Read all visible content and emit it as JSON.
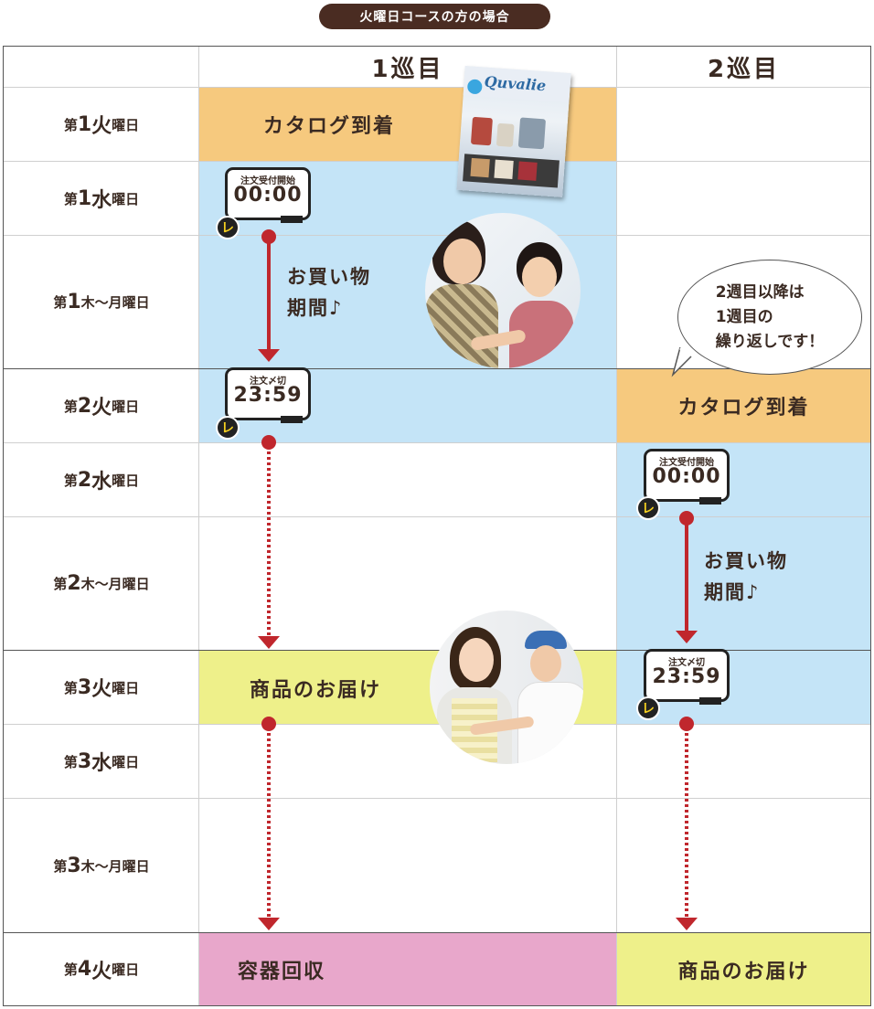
{
  "badge": "火曜日コースの方の場合",
  "columns": [
    "1巡目",
    "2巡目"
  ],
  "rows": [
    {
      "prefix": "第",
      "num": "1",
      "day": "火",
      "suffix": "曜日"
    },
    {
      "prefix": "第",
      "num": "1",
      "day": "水",
      "suffix": "曜日"
    },
    {
      "prefix": "第",
      "num": "1",
      "day": "木～月",
      "suffix": "曜日"
    },
    {
      "prefix": "第",
      "num": "2",
      "day": "火",
      "suffix": "曜日"
    },
    {
      "prefix": "第",
      "num": "2",
      "day": "水",
      "suffix": "曜日"
    },
    {
      "prefix": "第",
      "num": "2",
      "day": "木～月",
      "suffix": "曜日"
    },
    {
      "prefix": "第",
      "num": "3",
      "day": "火",
      "suffix": "曜日"
    },
    {
      "prefix": "第",
      "num": "3",
      "day": "水",
      "suffix": "曜日"
    },
    {
      "prefix": "第",
      "num": "3",
      "day": "木～月",
      "suffix": "曜日"
    },
    {
      "prefix": "第",
      "num": "4",
      "day": "火",
      "suffix": "曜日"
    }
  ],
  "round1": {
    "catalog_arrival": "カタログ到着",
    "order_start": {
      "title": "注文受付開始",
      "time": "00:00"
    },
    "shopping": [
      "お買い物",
      "期間♪"
    ],
    "order_deadline": {
      "title": "注文〆切",
      "time": "23:59"
    },
    "delivery": "商品のお届け",
    "container_return": "容器回収"
  },
  "round2": {
    "catalog_arrival": "カタログ到着",
    "order_start": {
      "title": "注文受付開始",
      "time": "00:00"
    },
    "shopping": [
      "お買い物",
      "期間♪"
    ],
    "order_deadline": {
      "title": "注文〆切",
      "time": "23:59"
    },
    "delivery": "商品のお届け"
  },
  "speech_bubble": "2週目以降は\n1週目の\n繰り返しです！",
  "catalog_logo": "Quvalie",
  "check_mark": "レ",
  "colors": {
    "orange": "#f6c97e",
    "blue": "#c4e4f7",
    "yellow": "#eef08a",
    "pink": "#e8a7cb",
    "red": "#c0272d",
    "badge": "#4a2c22"
  }
}
